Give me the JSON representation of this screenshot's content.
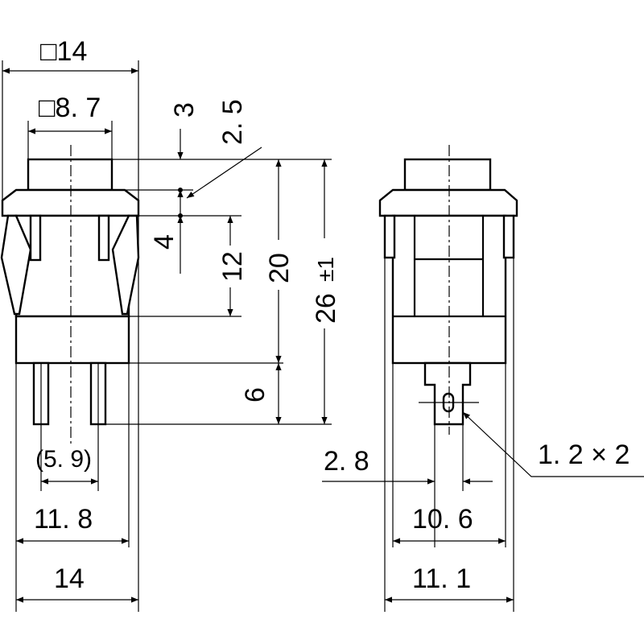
{
  "drawing": {
    "front_view": {
      "square_14": "□14",
      "square_8_7": "□8. 7",
      "dim_3": "3",
      "dim_2_5": "2. 5",
      "dim_4": "4",
      "dim_12": "12",
      "dim_20": "20",
      "dim_26": "26",
      "tolerance": "±1",
      "dim_6": "6",
      "dim_5_9": "(5. 9)",
      "dim_11_8": "11. 8",
      "dim_14": "14"
    },
    "side_view": {
      "dim_2_8": "2. 8",
      "dim_1_2x2": "1. 2 × 2",
      "dim_10_6": "10. 6",
      "dim_11_1": "11. 1"
    }
  }
}
